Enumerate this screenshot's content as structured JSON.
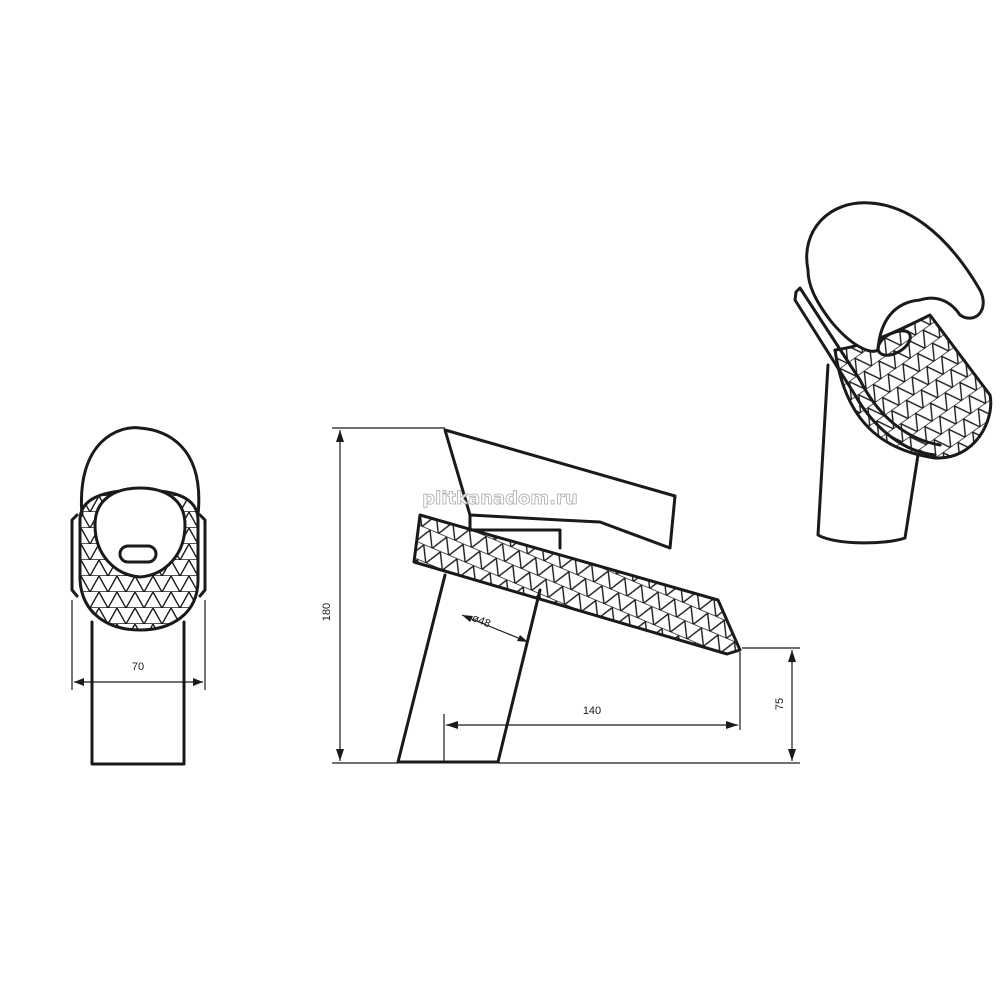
{
  "dimensions": {
    "width": "70",
    "height": "180",
    "diameter": "ø48",
    "spout_reach": "140",
    "spout_height": "75"
  },
  "watermark": "plitkanadom.ru"
}
